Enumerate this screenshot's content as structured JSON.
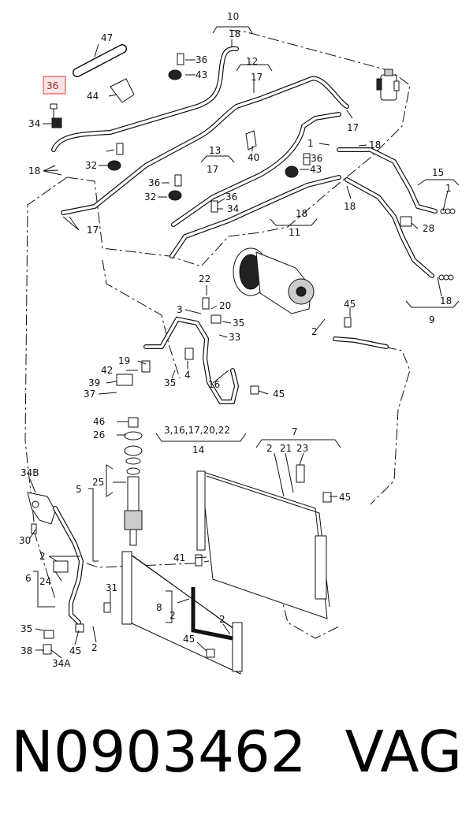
{
  "caption": {
    "part_number": "N0903462",
    "brand": "VAG"
  },
  "highlighted_callout": "36",
  "highlight_color": "#e05a5a",
  "callouts": [
    "10",
    "18",
    "47",
    "36",
    "43",
    "12",
    "17",
    "44",
    "34",
    "17",
    "40",
    "1",
    "36",
    "18",
    "18",
    "32",
    "43",
    "13",
    "17",
    "36",
    "32",
    "36",
    "34",
    "15",
    "1",
    "18",
    "17",
    "18",
    "11",
    "28",
    "18",
    "9",
    "22",
    "20",
    "3",
    "35",
    "33",
    "45",
    "2",
    "19",
    "4",
    "42",
    "35",
    "16",
    "39",
    "45",
    "37",
    "46",
    "3,16,17,20,22",
    "14",
    "26",
    "7",
    "2",
    "21",
    "23",
    "25",
    "5",
    "45",
    "34B",
    "30",
    "41",
    "2",
    "24",
    "6",
    "31",
    "8",
    "2",
    "2",
    "35",
    "45",
    "45",
    "2",
    "38",
    "34A"
  ]
}
